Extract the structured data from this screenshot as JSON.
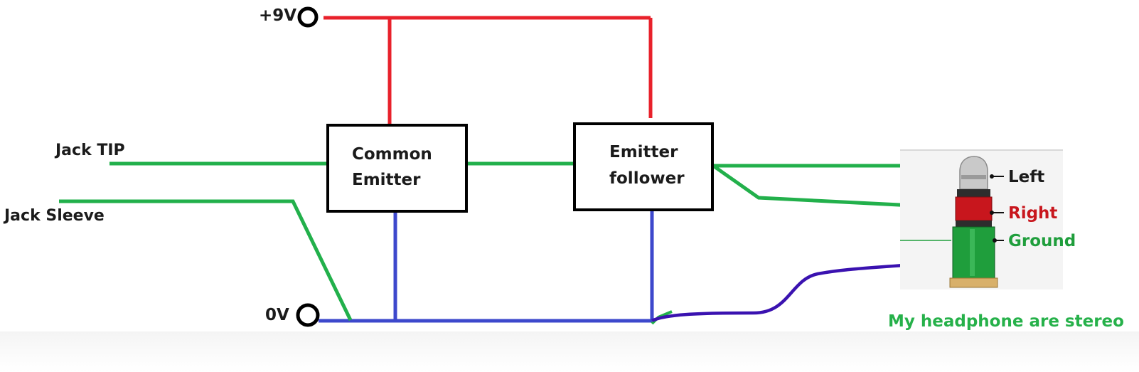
{
  "colors": {
    "positive_rail": "#e8212b",
    "signal": "#22b04b",
    "ground_rail": "#3d48cc",
    "hand_wire": "#3a12b0",
    "text": "#1b1b1b",
    "caption": "#26b14a",
    "jack_tip": "#c9c9c9",
    "jack_red": "#c8161d",
    "jack_green": "#1f9e3c",
    "jack_base": "#d8b06a"
  },
  "terminals": {
    "supply_label": "+9V",
    "ground_label": "0V"
  },
  "inputs": {
    "tip_label": "Jack TIP",
    "sleeve_label": "Jack Sleeve"
  },
  "blocks": {
    "stage1_line1": "Common",
    "stage1_line2": "Emitter",
    "stage2_line1": "Emitter",
    "stage2_line2": "follower"
  },
  "plug": {
    "left_label": "Left",
    "right_label": "Right",
    "ground_label": "Ground",
    "caption": "My headphone are stereo"
  }
}
